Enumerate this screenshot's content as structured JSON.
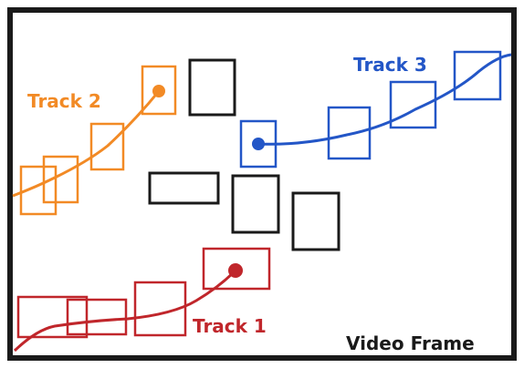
{
  "frame": {
    "label": "Video Frame"
  },
  "tracks": [
    {
      "id": "track-1",
      "label": "Track 1",
      "color": "#c0262b"
    },
    {
      "id": "track-2",
      "label": "Track 2",
      "color": "#f28a25"
    },
    {
      "id": "track-3",
      "label": "Track 3",
      "color": "#2356c7"
    }
  ],
  "colors": {
    "frame_border": "#1a1a1a",
    "untracked_box": "#1a1a1a",
    "background": "#ffffff"
  }
}
